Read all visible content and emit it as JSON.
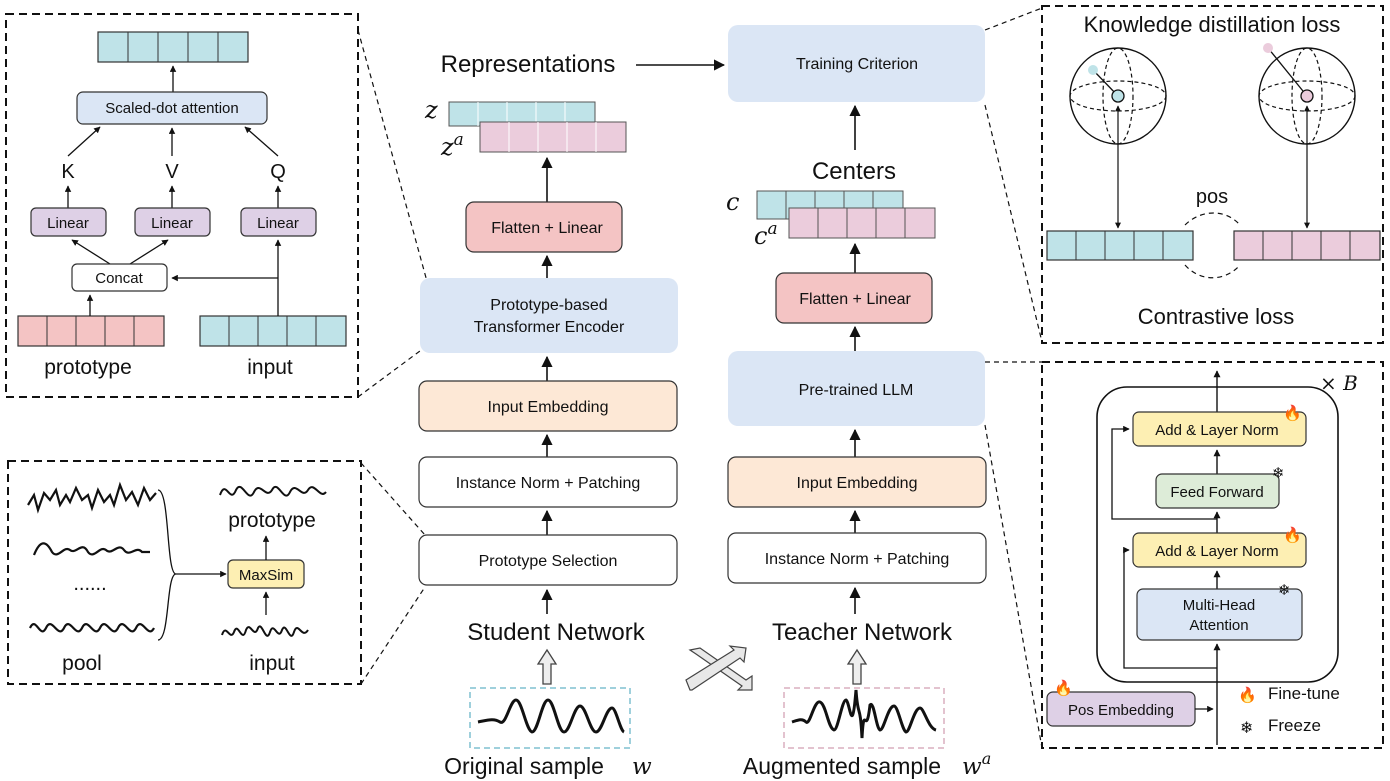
{
  "inset_attention": {
    "attention_label": "Scaled-dot attention",
    "k": "K",
    "v": "V",
    "q": "Q",
    "linear_label": "Linear",
    "concat_label": "Concat",
    "prototype_label": "prototype",
    "input_label": "input"
  },
  "inset_selection": {
    "pool_dots": "......",
    "maxsim_label": "MaxSim",
    "prototype_label": "prototype",
    "pool_label": "pool",
    "input_label": "input"
  },
  "student": {
    "representations_label": "Representations",
    "z": "z",
    "za": "z",
    "za_sup": "a",
    "flatten_label": "Flatten + Linear",
    "encoder_line1": "Prototype-based",
    "encoder_line2": "Transformer Encoder",
    "input_embedding_label": "Input Embedding",
    "norm_label": "Instance Norm +  Patching",
    "selection_label": "Prototype Selection",
    "network_label": "Student Network",
    "sample_label": "Original sample",
    "sample_var": "w"
  },
  "teacher": {
    "training_label": "Training Criterion",
    "centers_label": "Centers",
    "c": "c",
    "ca": "c",
    "ca_sup": "a",
    "flatten_label": "Flatten + Linear",
    "llm_label": "Pre-trained LLM",
    "input_embedding_label": "Input Embedding",
    "norm_label": "Instance Norm +  Patching",
    "network_label": "Teacher Network",
    "sample_label": "Augmented sample",
    "sample_var": "w",
    "sample_sup": "a"
  },
  "loss_panel": {
    "kd_label": "Knowledge distillation loss",
    "pos_label": "pos",
    "contrastive_label": "Contrastive loss"
  },
  "llm_panel": {
    "times_b": "× B",
    "add_norm_label": "Add & Layer Norm",
    "ff_label": "Feed Forward",
    "mha_line1": "Multi-Head",
    "mha_line2": "Attention",
    "pos_embedding_label": "Pos Embedding",
    "finetune_label": "Fine-tune",
    "freeze_label": "Freeze"
  },
  "colors": {
    "blue_box": "#dbe6f5",
    "red_box": "#f4c4c4",
    "orange_box": "#fde8d6",
    "purple_box": "#ded0e6",
    "yellow_box": "#fdefb3",
    "green_box": "#ddecd8",
    "cyan_cell": "#bfe3e8",
    "pink_cell": "#ebccdc"
  }
}
